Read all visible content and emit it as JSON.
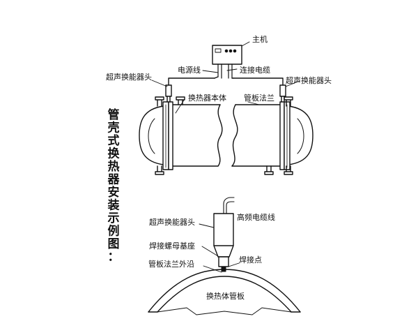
{
  "vertical_title": "管壳式换热器安装示例图：",
  "top_diagram": {
    "host": "主机",
    "power_cable": "电源线",
    "connection_cable": "连接电缆",
    "transducer_left": "超声换能器头",
    "transducer_right": "超声换能器头",
    "exchanger_body": "换热器本体",
    "tube_sheet_flange": "管板法兰"
  },
  "bottom_diagram": {
    "hf_cable": "高频电缆线",
    "transducer": "超声换能器头",
    "weld_nut_base": "焊接螺母基座",
    "weld_point": "焊接点",
    "flange_edge": "管板法兰外沿",
    "body_tube_sheet": "换热体管板"
  }
}
